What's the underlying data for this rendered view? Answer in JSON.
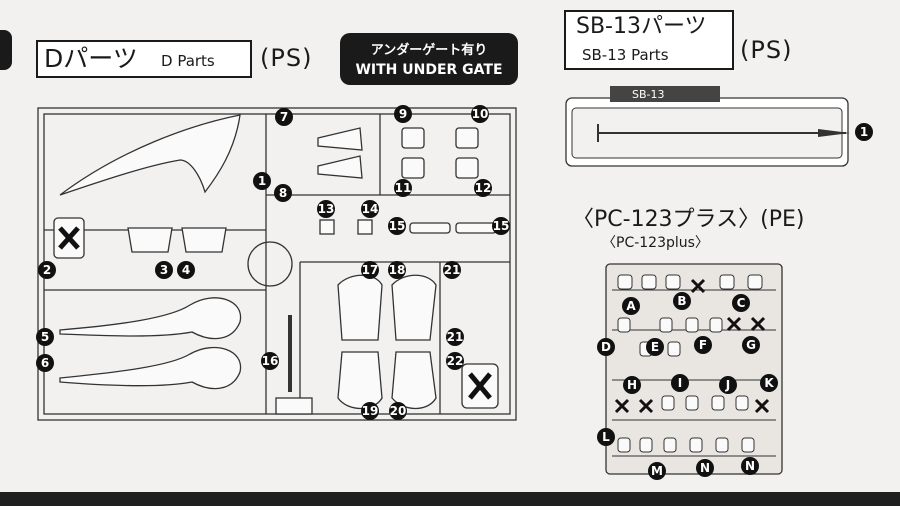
{
  "d_parts": {
    "title_jp": "Dパーツ",
    "title_en": "D Parts",
    "material": "(PS)",
    "gate_jp": "アンダーゲート有り",
    "gate_en": "WITH UNDER GATE",
    "numbers": [
      "7",
      "1",
      "8",
      "9",
      "10",
      "11",
      "12",
      "13",
      "14",
      "15",
      "15",
      "2",
      "3",
      "4",
      "5",
      "6",
      "16",
      "17",
      "18",
      "21",
      "21",
      "22",
      "19",
      "20"
    ]
  },
  "sb_parts": {
    "title_main": "SB-13パーツ",
    "title_sub": "SB-13 Parts",
    "material": "(PS)",
    "plate_label": "SB-13",
    "numbers": [
      "1"
    ]
  },
  "pc_parts": {
    "title": "〈PC-123プラス〉(PE)",
    "subtitle": "〈PC-123plus〉",
    "letters": [
      "A",
      "B",
      "C",
      "D",
      "E",
      "F",
      "G",
      "H",
      "I",
      "J",
      "K",
      "L",
      "M",
      "N",
      "N"
    ]
  }
}
